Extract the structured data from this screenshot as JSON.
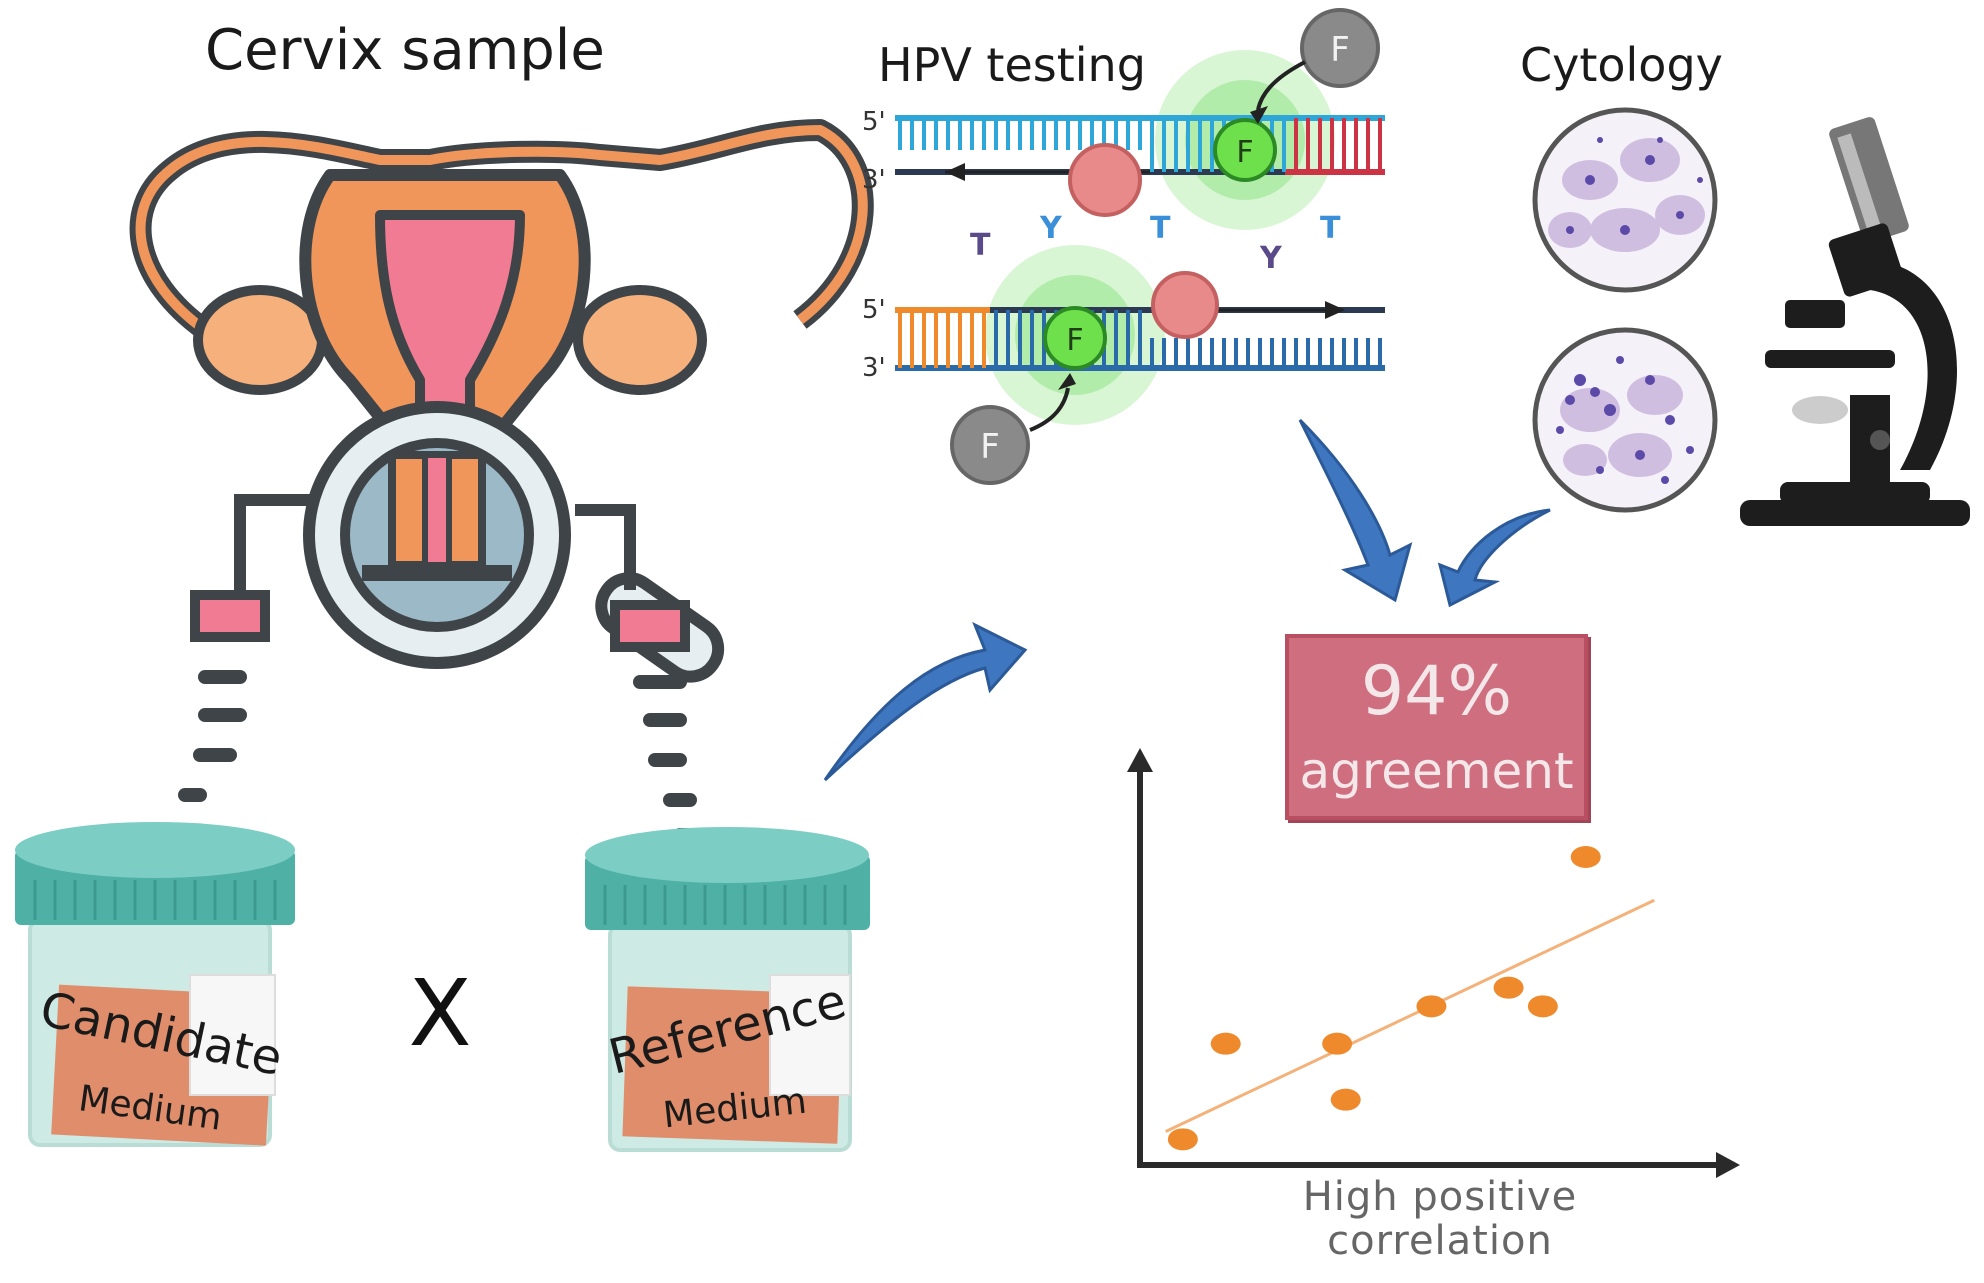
{
  "titles": {
    "cervix": "Cervix sample",
    "hpv": "HPV testing",
    "cytology": "Cytology"
  },
  "containers": {
    "candidate_word": "Candidate",
    "reference_word": "Reference",
    "medium_word": "Medium",
    "versus": "X"
  },
  "dna": {
    "five_prime": "5'",
    "three_prime": "3'",
    "fluor": "F"
  },
  "result": {
    "percent": "94%",
    "word": "agreement"
  },
  "chart_label": {
    "line1": "High positive",
    "line2": "correlation"
  },
  "chart_data": {
    "type": "scatter",
    "title": "",
    "xlabel": "High positive correlation",
    "ylabel": "",
    "points": [
      {
        "x": 0.5,
        "y": 0.55
      },
      {
        "x": 1.0,
        "y": 2.6
      },
      {
        "x": 4.3,
        "y": 3.8
      },
      {
        "x": 2.4,
        "y": 1.4
      },
      {
        "x": 2.3,
        "y": 2.6
      },
      {
        "x": 3.4,
        "y": 3.4
      },
      {
        "x": 4.7,
        "y": 3.4
      },
      {
        "x": 5.2,
        "y": 6.6
      }
    ],
    "xlim": [
      0,
      7
    ],
    "ylim": [
      0,
      9
    ],
    "trendline": true,
    "colors": {
      "points": "#ee8a2c",
      "trend": "#f4b27a",
      "axis": "#2a2a2a"
    }
  },
  "colors": {
    "orange": "#f0965a",
    "pink": "#f07b93",
    "dark": "#3f4448",
    "teal": "#4fb0a6",
    "jar": "#cdeae4",
    "label": "#e08d6b",
    "arrow_blue": "#3e76c0",
    "box": "#cf6e7e"
  }
}
